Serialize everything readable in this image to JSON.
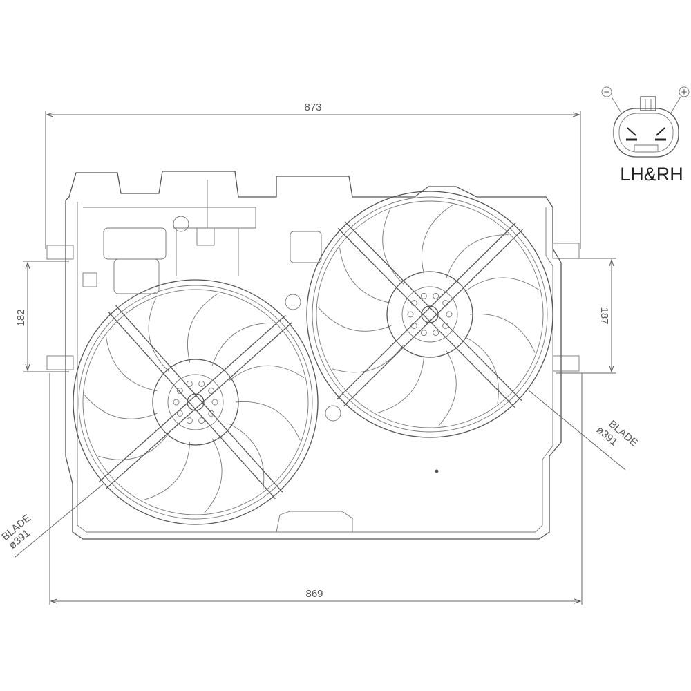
{
  "dimensions": {
    "top_width": "873",
    "bottom_width": "869",
    "left_height": "182",
    "right_height": "187"
  },
  "left_fan": {
    "label": "BLADE",
    "diameter": "ø391",
    "blades": 11
  },
  "right_fan": {
    "label": "BLADE",
    "diameter": "ø391",
    "blades": 11
  },
  "connector": {
    "label": "LH&RH",
    "negative": "−",
    "positive": "+"
  },
  "colors": {
    "line": "#555555",
    "background": "#ffffff"
  }
}
